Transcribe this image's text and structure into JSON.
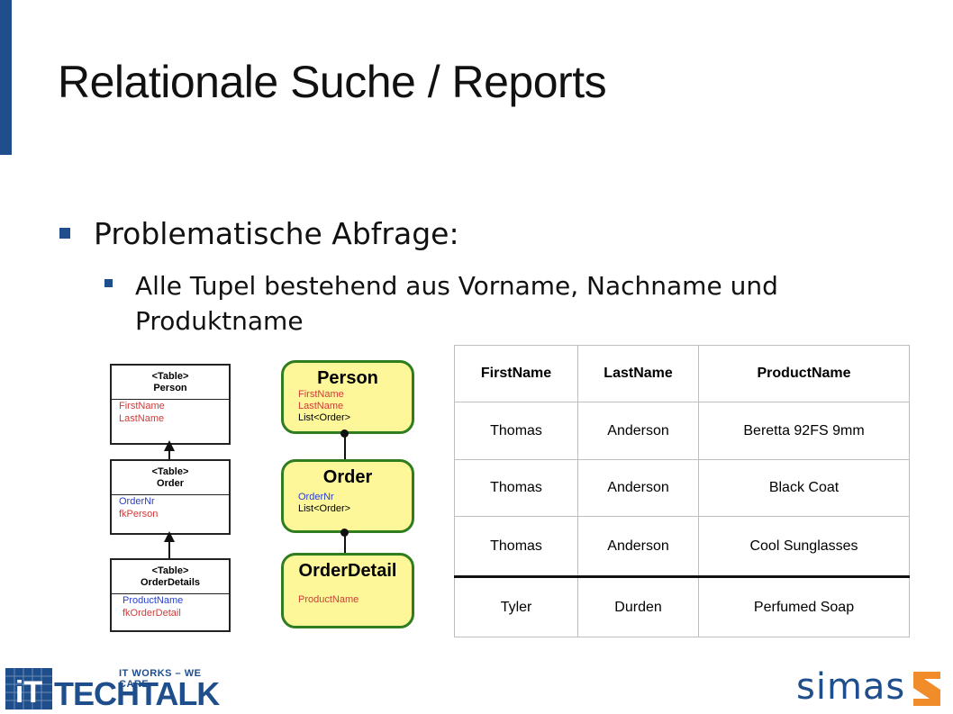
{
  "slide": {
    "title": "Relationale Suche / Reports",
    "bullet1": "Problematische  Abfrage:",
    "bullet2": "Alle Tupel bestehend aus Vorname, Nachname und Produktname"
  },
  "uml_diagram": {
    "tables": [
      {
        "stereotype": "<Table>",
        "name": "Person",
        "fields": [
          {
            "text": "FirstName",
            "color": "red"
          },
          {
            "text": "LastName",
            "color": "red"
          }
        ]
      },
      {
        "stereotype": "<Table>",
        "name": "Order",
        "fields": [
          {
            "text": "OrderNr",
            "color": "blue"
          },
          {
            "text": "fkPerson",
            "color": "red"
          }
        ]
      },
      {
        "stereotype": "<Table>",
        "name": "OrderDetails",
        "fields": [
          {
            "text": "ProductName",
            "color": "blue"
          },
          {
            "text": "fkOrderDetail",
            "color": "red"
          }
        ]
      }
    ]
  },
  "object_diagram": {
    "objects": [
      {
        "name": "Person",
        "fields": [
          {
            "text": "FirstName",
            "color": "red"
          },
          {
            "text": "LastName",
            "color": "red"
          },
          {
            "text": "List<Order>",
            "color": "black"
          }
        ]
      },
      {
        "name": "Order",
        "fields": [
          {
            "text": "OrderNr",
            "color": "blue"
          },
          {
            "text": "List<Order>",
            "color": "black"
          }
        ]
      },
      {
        "name": "OrderDetail",
        "fields": [
          {
            "text": "ProductName",
            "color": "red"
          }
        ]
      }
    ]
  },
  "result_table": {
    "headers": [
      "FirstName",
      "LastName",
      "ProductName"
    ],
    "rows": [
      [
        "Thomas",
        "Anderson",
        "Beretta 92FS 9mm"
      ],
      [
        "Thomas",
        "Anderson",
        "Black Coat"
      ],
      [
        "Thomas",
        "Anderson",
        "Cool Sunglasses"
      ],
      [
        "Tyler",
        "Durden",
        "Perfumed Soap"
      ]
    ]
  },
  "logos": {
    "techtalk_slogan": "IT WORKS – WE CARE",
    "techtalk_name": "TECHTALK",
    "techtalk_icon_letters": "iT",
    "simas_name": "simas"
  },
  "colors": {
    "accent": "#1f4e8c",
    "field_red": "#d33a3a",
    "field_blue": "#2a3fd0",
    "object_fill": "#fdf79a",
    "object_border": "#2f7d1f",
    "simas_mark": "#f08c2a"
  }
}
